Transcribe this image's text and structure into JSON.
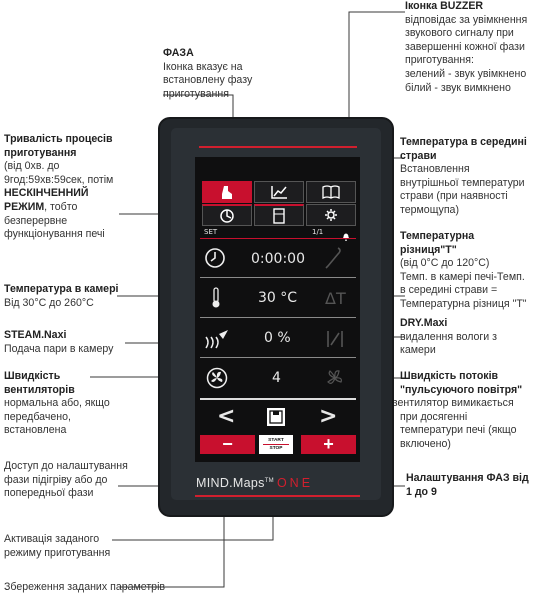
{
  "annotations": {
    "buzzer": {
      "title": "Іконка BUZZER",
      "lines": [
        "відповідає за увімкнення",
        "звукового сигналу при",
        "завершенні кожної фази",
        "приготування:",
        "зелений - звук увімкнено",
        "білий - звук вимкнено"
      ]
    },
    "phase": {
      "title": "ФАЗА",
      "lines": [
        "Іконка вказує на",
        "встановлену фазу",
        "приготування"
      ]
    },
    "duration": {
      "title_lines": [
        "Тривалість процесів",
        "приготування"
      ],
      "lines": [
        "(від 0хв. до",
        "9год:59хв:59сек, потім"
      ],
      "title2_lines": [
        "НЕСКІНЧЕННИЙ",
        "РЕЖИМ"
      ],
      "lines2": [
        ", тобто",
        "безперервне",
        "функціонування печі"
      ]
    },
    "core_temp": {
      "title_lines": [
        "Температура в середині",
        "страви"
      ],
      "lines": [
        "Встановлення",
        "внутрішньої температури",
        "страви (при наявності",
        "термощупа)"
      ]
    },
    "delta_t": {
      "title_lines": [
        "Температурна",
        "різниця\"T\""
      ],
      "lines": [
        "(від 0°C до 120°C)",
        "Темп. в камері печі-Темп.",
        "в середині страви =",
        "Температурна різниця \"T\""
      ]
    },
    "chamber_temp": {
      "title": "Температура в камері",
      "lines": [
        "Від 30°C до 260°C"
      ]
    },
    "dry": {
      "title": "DRY.Maxi",
      "lines": [
        "видалення вологи з",
        "камери"
      ]
    },
    "steam": {
      "title": "STEAM.Naxi",
      "lines": [
        "Подача пари в камеру"
      ]
    },
    "fan": {
      "title_lines": [
        "Швидкість",
        "вентиляторів"
      ],
      "lines": [
        "нормальна або, якщо",
        "передбачено,",
        "встановлена"
      ]
    },
    "pulse": {
      "title_lines": [
        "Швидкість потоків",
        "\"пульсуючого повітря\""
      ],
      "lines": [
        "вентилятор вимикається",
        "при досягенні",
        "температури печі (якщо",
        "включено)"
      ]
    },
    "preheat": {
      "lines": [
        "Доступ до налаштування",
        "фази підігріву або до",
        "попередньої фази"
      ]
    },
    "phase_setting": {
      "title_lines": [
        "Налаштування ФАЗ від",
        "1 до 9"
      ]
    },
    "activate": {
      "lines": [
        "Активація заданого",
        "режиму приготування"
      ]
    },
    "save": {
      "lines": [
        "Збереження заданих параметрів"
      ]
    }
  },
  "screen": {
    "set_label": "SET",
    "page_label": "1/1",
    "time_value": "0:00:00",
    "temp_value": "30 °C",
    "delta_label": "ΔT",
    "humidity_value": "0 %",
    "fan_value": "4",
    "minus_label": "−",
    "plus_label": "+",
    "start_label": "START",
    "stop_label": "STOP",
    "prev_label": "<",
    "next_label": ">"
  },
  "brand": {
    "name": "MIND.Maps",
    "tm": "TM",
    "suffix": "ONE"
  },
  "colors": {
    "accent": "#c8102e",
    "screen": "#0f0f10",
    "device": "#23272b"
  }
}
